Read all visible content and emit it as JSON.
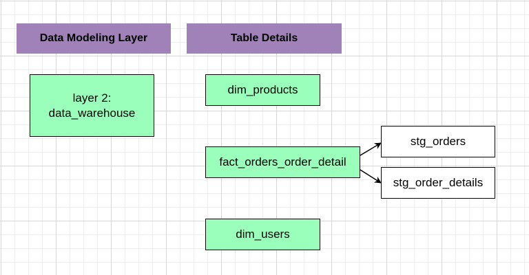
{
  "colors": {
    "header_fill": "#a082b8",
    "table_fill": "#99ffbb",
    "staging_fill": "#ffffff",
    "stroke": "#000000"
  },
  "headers": {
    "layer": "Data Modeling Layer",
    "details": "Table Details"
  },
  "layer_box": {
    "line1": "layer 2:",
    "line2": "data_warehouse"
  },
  "tables": {
    "dim_products": "dim_products",
    "fact_orders": "fact_orders_order_detail",
    "dim_users": "dim_users"
  },
  "staging": {
    "stg_orders": "stg_orders",
    "stg_order_details": "stg_order_details"
  }
}
